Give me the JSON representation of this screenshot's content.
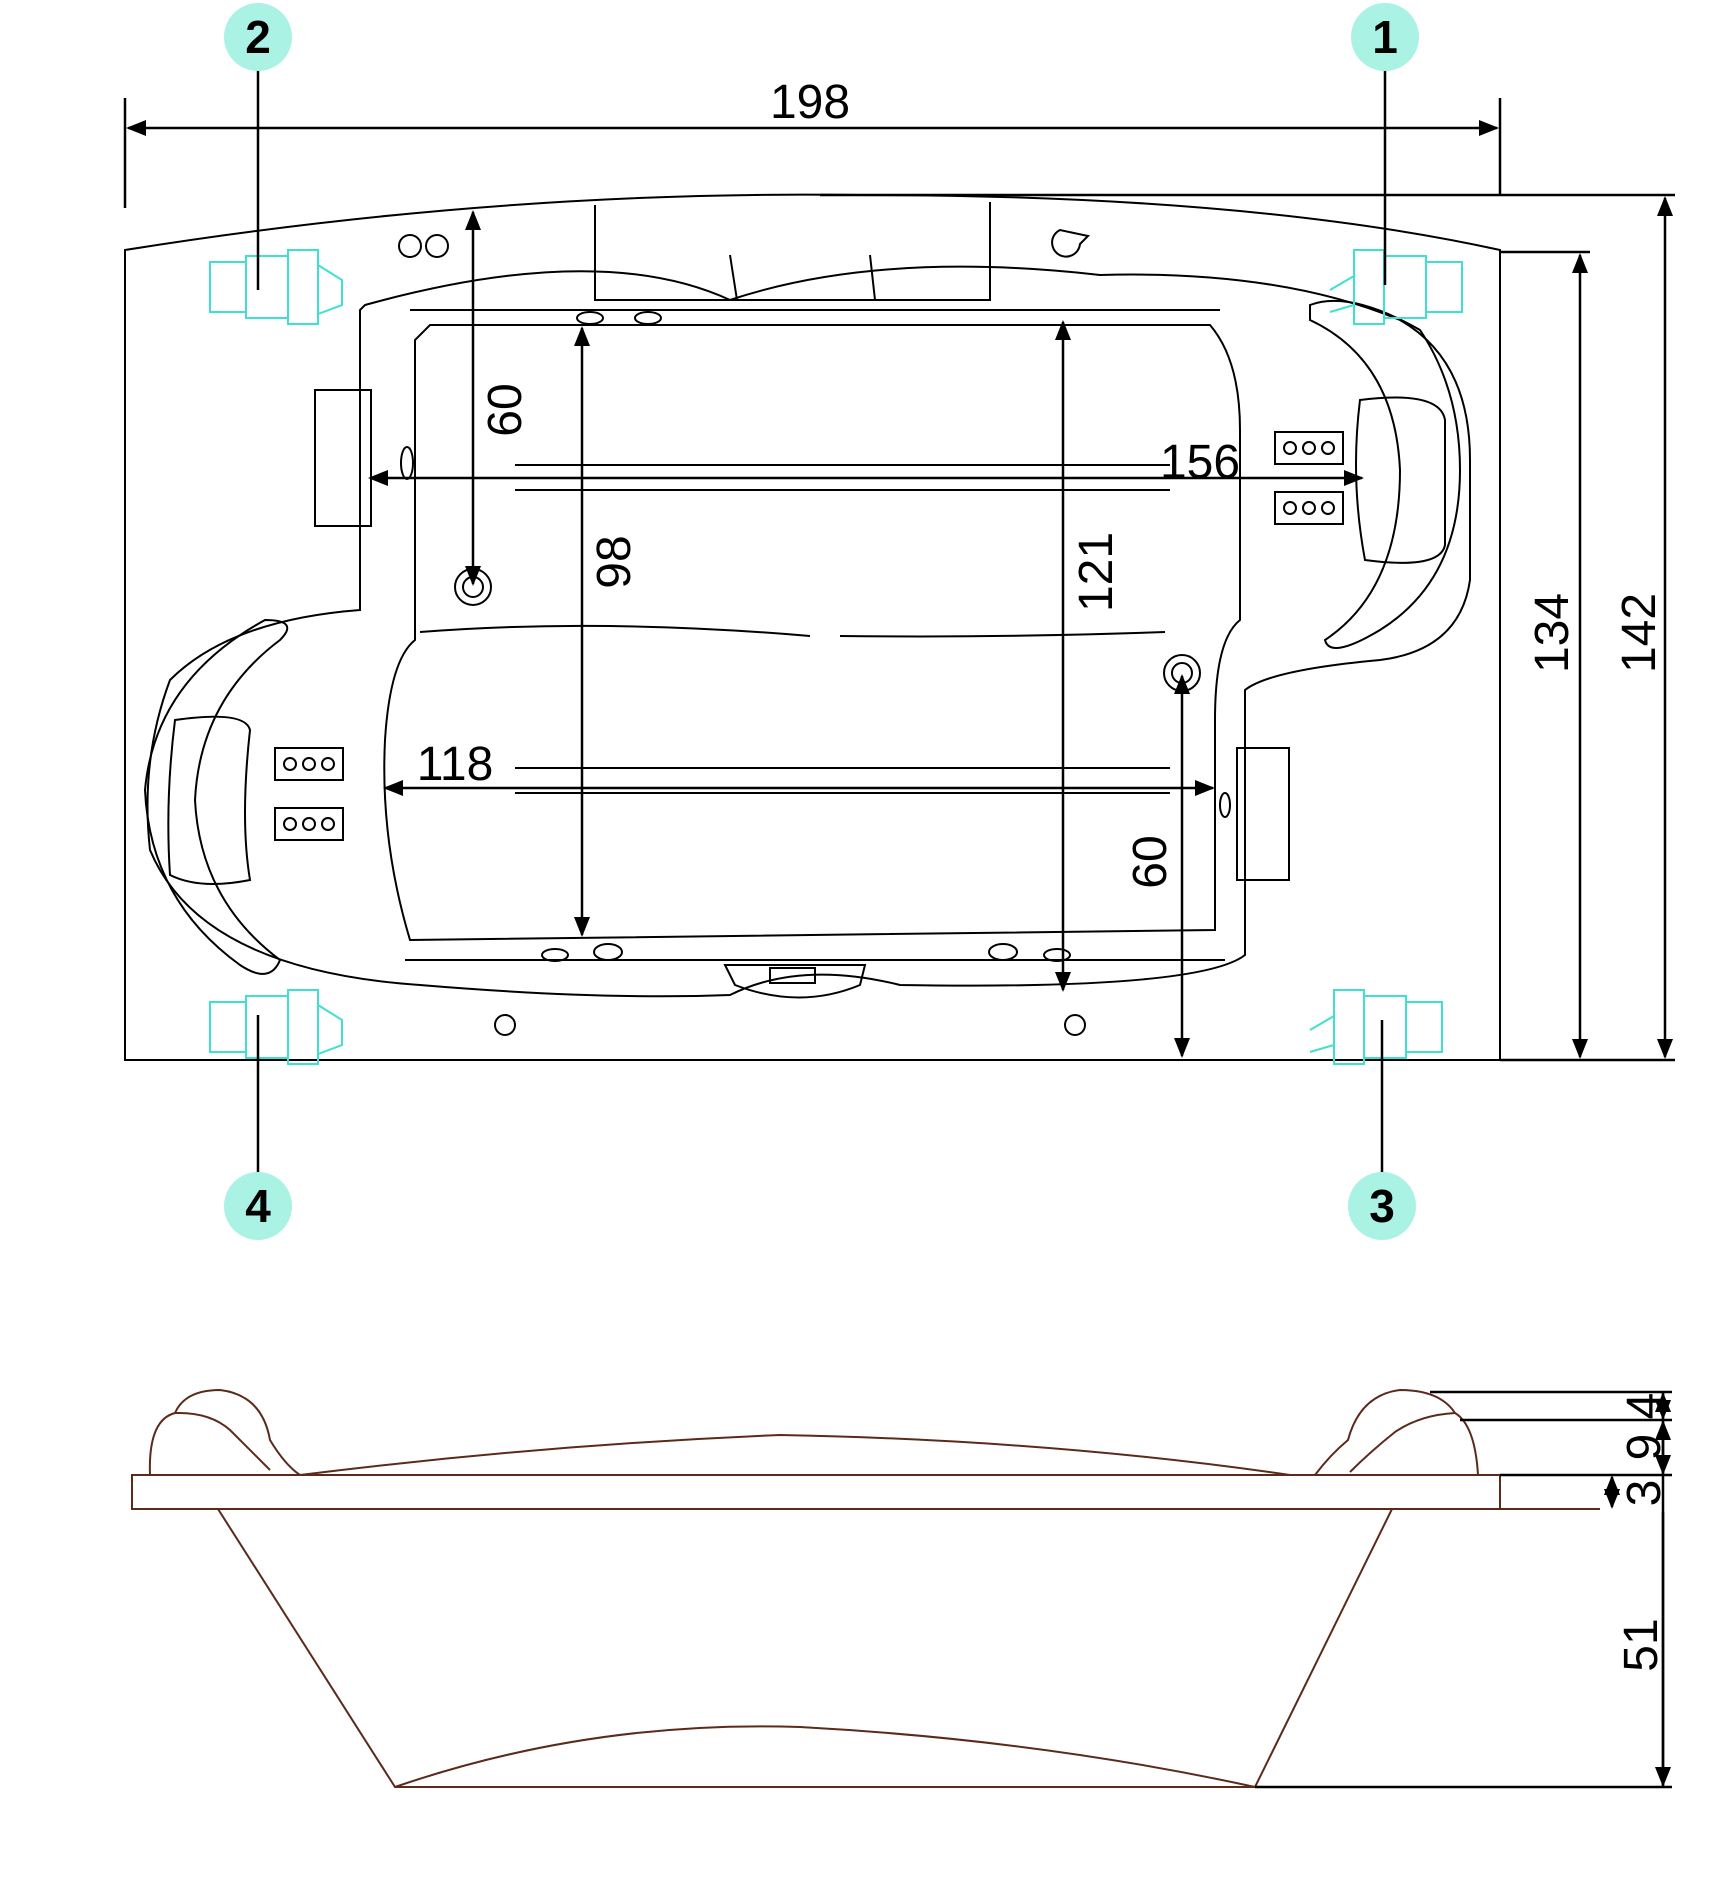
{
  "colors": {
    "callout_fill": "#a9f2e4",
    "motor_stroke": "#3fe0d0",
    "outline": "#5a2a1a",
    "dimension": "#000000"
  },
  "callouts": [
    "2",
    "1",
    "4",
    "3"
  ],
  "top_view": {
    "dims": {
      "overall_length": "198",
      "rim_width": "134",
      "overall_width": "142",
      "inner_top_length": "156",
      "inner_bottom_length": "118",
      "inner_width_left": "98",
      "inner_width_right": "121",
      "drain_offset_top": "60",
      "drain_offset_bottom": "60"
    }
  },
  "side_view": {
    "dims": {
      "headrest_top": "4",
      "headrest_mid": "9",
      "rim_thickness": "3",
      "depth": "51"
    }
  }
}
